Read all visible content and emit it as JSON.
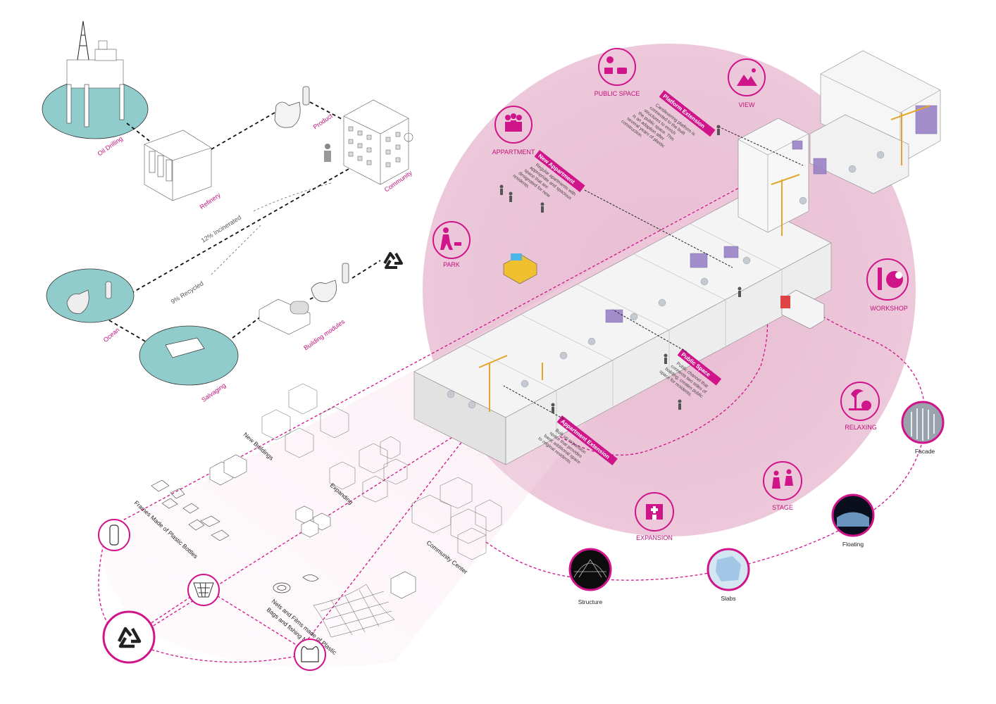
{
  "colors": {
    "accent": "#d0148a",
    "zone_fill": "#e9c3d6",
    "water": "#8fcccb"
  },
  "flow": {
    "oil_drilling": "Oil Drilling",
    "refinery": "Refinery",
    "product": "Product",
    "community": "Community",
    "incinerated": "12% Incinerated",
    "recycled": "9% Recycled",
    "ocean": "Ocean",
    "salvaging": "Salvaging",
    "building_modules": "Building modules"
  },
  "functions": {
    "public_space": "PUBLIC SPACE",
    "view": "VIEW",
    "appartment": "APPARTMENT",
    "park": "PARK",
    "workshop": "WORKSHOP",
    "relaxing": "RELAXING",
    "stage": "STAGE",
    "expansion": "EXPANSION"
  },
  "materials": {
    "facade": "Facade",
    "floating": "Floating",
    "slabs": "Slabs",
    "structure": "Structure"
  },
  "modules": {
    "new_buildings": "New Buildings",
    "expanding": "Expanding",
    "community_center": "Community Center",
    "frames": "Frames Made of Plastic Bottles",
    "nets_line1": "Nets and Films made of Plastic",
    "nets_line2": "Bags and fishing Nets"
  },
  "annotations": {
    "platform_title": "Platform Extension",
    "platform_lines": [
      "Cantilevering platform is",
      "connected to the built",
      "structures to enrich",
      "the public space. This",
      "is an adaption after",
      "several years of plastic",
      "construction."
    ],
    "apartment_title": "New Appartment",
    "apartment_lines": [
      "Regular apartments with",
      "appropriate and spacious",
      "space that are",
      "designated for new",
      "residents."
    ],
    "public_title": "Public Space",
    "public_lines": [
      "Public channel that",
      "connects two sides of",
      "building, creates public",
      "space for residents."
    ],
    "expansion_title": "Appartment Extension",
    "expansion_lines": [
      "Built up expansion",
      "space that provides",
      "basic additional space",
      "to original residents."
    ]
  },
  "icons": [
    "oil-rig-icon",
    "refinery-icon",
    "plastic-bag-icon",
    "community-building-icon",
    "recycle-icon",
    "bottle-icon",
    "net-icon",
    "truck-icon",
    "group-icon",
    "park-dog-icon",
    "mountain-view-icon",
    "microphone-icon",
    "hospital-icon",
    "dancers-icon",
    "palm-relax-icon",
    "workshop-icon"
  ]
}
